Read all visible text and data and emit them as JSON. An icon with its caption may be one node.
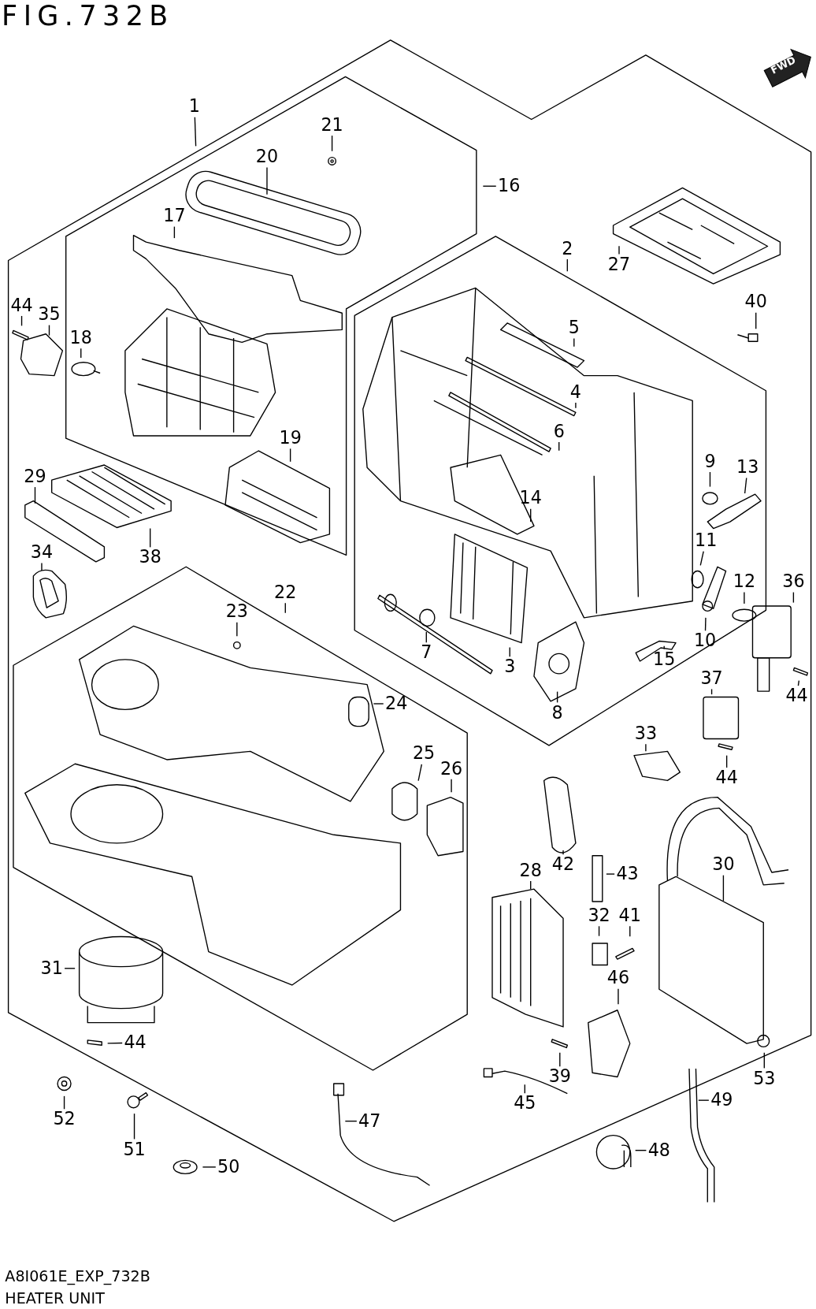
{
  "diagram": {
    "title": "FIG.732B",
    "caption": "HEATER UNIT",
    "nodes": [
      {
        "text": [
          "1"
        ]
      },
      {
        "text": [
          "21"
        ]
      },
      {
        "text": [
          "20"
        ]
      },
      {
        "text": [
          "16"
        ]
      },
      {
        "text": [
          "17"
        ]
      },
      {
        "text": [
          "2"
        ]
      },
      {
        "text": [
          "27"
        ]
      },
      {
        "text": [
          "40"
        ]
      },
      {
        "text": [
          "44"
        ]
      },
      {
        "text": [
          "35"
        ]
      },
      {
        "text": [
          "5"
        ]
      },
      {
        "text": [
          "18"
        ]
      },
      {
        "text": [
          "4"
        ]
      },
      {
        "text": [
          "6"
        ]
      },
      {
        "text": [
          "19"
        ]
      },
      {
        "text": [
          "9"
        ]
      },
      {
        "text": [
          "13"
        ]
      },
      {
        "text": [
          "29"
        ]
      },
      {
        "text": [
          "14"
        ]
      },
      {
        "text": [
          "11"
        ]
      },
      {
        "text": [
          "34"
        ]
      },
      {
        "text": [
          "38"
        ]
      },
      {
        "text": [
          "12"
        ]
      },
      {
        "text": [
          "36"
        ]
      },
      {
        "text": [
          "22"
        ]
      },
      {
        "text": [
          "23"
        ]
      },
      {
        "text": [
          "10"
        ]
      },
      {
        "text": [
          "7"
        ]
      },
      {
        "text": [
          "15"
        ]
      },
      {
        "text": [
          "3"
        ]
      },
      {
        "text": [
          "37"
        ]
      },
      {
        "text": [
          "44"
        ]
      },
      {
        "text": [
          "24"
        ]
      },
      {
        "text": [
          "8"
        ]
      },
      {
        "text": [
          "33"
        ]
      },
      {
        "text": [
          "25"
        ]
      },
      {
        "text": [
          "26"
        ]
      },
      {
        "text": [
          "44"
        ]
      },
      {
        "text": [
          "42"
        ]
      },
      {
        "text": [
          "30"
        ]
      },
      {
        "text": [
          "28"
        ]
      },
      {
        "text": [
          "43"
        ]
      },
      {
        "text": [
          "32"
        ]
      },
      {
        "text": [
          "41"
        ]
      },
      {
        "text": [
          "31"
        ]
      },
      {
        "text": [
          "46"
        ]
      },
      {
        "text": [
          "44"
        ]
      },
      {
        "text": [
          "39"
        ]
      },
      {
        "text": [
          "53"
        ]
      },
      {
        "text": [
          "49"
        ]
      },
      {
        "text": [
          "45"
        ]
      },
      {
        "text": [
          "52"
        ]
      },
      {
        "text": [
          "47"
        ]
      },
      {
        "text": [
          "51"
        ]
      },
      {
        "text": [
          "48"
        ]
      },
      {
        "text": [
          "50"
        ]
      }
    ],
    "edges": [
      {
        "from": 0,
        "to": null,
        "arrow": "none"
      },
      {
        "from": 1,
        "to": null,
        "arrow": "none"
      },
      {
        "from": 2,
        "to": null,
        "arrow": "none"
      },
      {
        "from": 3,
        "to": null,
        "arrow": "none"
      },
      {
        "from": 4,
        "to": null,
        "arrow": "none"
      },
      {
        "from": 5,
        "to": null,
        "arrow": "none"
      },
      {
        "from": 6,
        "to": null,
        "arrow": "none"
      },
      {
        "from": 7,
        "to": null,
        "arrow": "none"
      },
      {
        "from": 8,
        "to": null,
        "arrow": "none"
      },
      {
        "from": 9,
        "to": null,
        "arrow": "none"
      },
      {
        "from": 10,
        "to": null,
        "arrow": "none"
      },
      {
        "from": 11,
        "to": null,
        "arrow": "none"
      },
      {
        "from": 12,
        "to": null,
        "arrow": "none"
      },
      {
        "from": 13,
        "to": null,
        "arrow": "none"
      },
      {
        "from": 14,
        "to": null,
        "arrow": "none"
      },
      {
        "from": 15,
        "to": null,
        "arrow": "none"
      },
      {
        "from": 16,
        "to": null,
        "arrow": "none"
      },
      {
        "from": 17,
        "to": null,
        "arrow": "none"
      },
      {
        "from": 18,
        "to": null,
        "arrow": "none"
      },
      {
        "from": 19,
        "to": null,
        "arrow": "none"
      },
      {
        "from": 20,
        "to": null,
        "arrow": "none"
      },
      {
        "from": 21,
        "to": null,
        "arrow": "none"
      },
      {
        "from": 22,
        "to": null,
        "arrow": "none"
      },
      {
        "from": 23,
        "to": null,
        "arrow": "none"
      },
      {
        "from": 24,
        "to": null,
        "arrow": "none"
      },
      {
        "from": 25,
        "to": null,
        "arrow": "none"
      },
      {
        "from": 26,
        "to": null,
        "arrow": "none"
      },
      {
        "from": 27,
        "to": null,
        "arrow": "none"
      },
      {
        "from": 28,
        "to": null,
        "arrow": "none"
      },
      {
        "from": 29,
        "to": null,
        "arrow": "none"
      },
      {
        "from": 30,
        "to": null,
        "arrow": "none"
      },
      {
        "from": 31,
        "to": null,
        "arrow": "none"
      },
      {
        "from": 32,
        "to": null,
        "arrow": "none"
      },
      {
        "from": 33,
        "to": null,
        "arrow": "none"
      },
      {
        "from": 34,
        "to": null,
        "arrow": "none"
      },
      {
        "from": 35,
        "to": null,
        "arrow": "none"
      },
      {
        "from": 36,
        "to": null,
        "arrow": "none"
      },
      {
        "from": 37,
        "to": null,
        "arrow": "none"
      },
      {
        "from": 38,
        "to": null,
        "arrow": "none"
      },
      {
        "from": 39,
        "to": null,
        "arrow": "none"
      },
      {
        "from": 40,
        "to": null,
        "arrow": "none"
      },
      {
        "from": 41,
        "to": null,
        "arrow": "none"
      },
      {
        "from": 42,
        "to": null,
        "arrow": "none"
      },
      {
        "from": 43,
        "to": null,
        "arrow": "none"
      },
      {
        "from": 44,
        "to": null,
        "arrow": "none"
      },
      {
        "from": 45,
        "to": null,
        "arrow": "none"
      },
      {
        "from": 46,
        "to": null,
        "arrow": "none"
      },
      {
        "from": 47,
        "to": null,
        "arrow": "none"
      },
      {
        "from": 48,
        "to": null,
        "arrow": "none"
      },
      {
        "from": 49,
        "to": null,
        "arrow": "none"
      },
      {
        "from": 50,
        "to": null,
        "arrow": "none"
      },
      {
        "from": 51,
        "to": null,
        "arrow": "none"
      },
      {
        "from": 52,
        "to": null,
        "arrow": "none"
      },
      {
        "from": 53,
        "to": null,
        "arrow": "none"
      },
      {
        "from": 54,
        "to": null,
        "arrow": "none"
      },
      {
        "from": 55,
        "to": null,
        "arrow": "none"
      }
    ],
    "labels": [
      "FWD",
      "A8I061E_EXP_732B"
    ]
  }
}
